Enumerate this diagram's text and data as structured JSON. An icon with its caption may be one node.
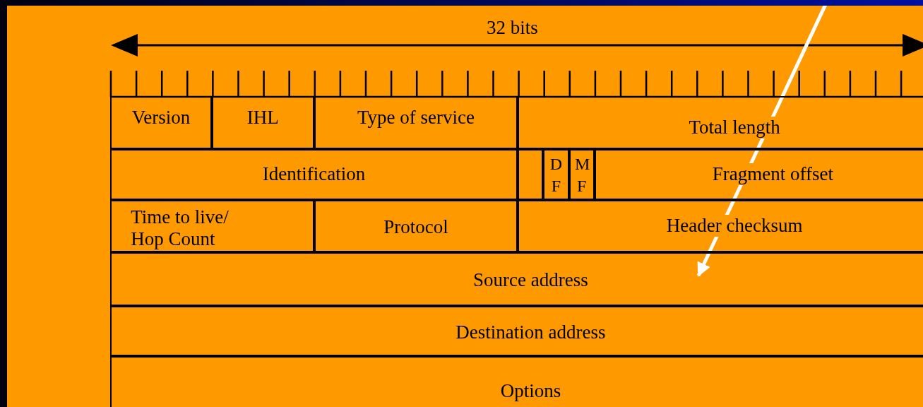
{
  "diagram": {
    "nodes": [
      {
        "text": [
          "Version"
        ]
      },
      {
        "text": [
          "IHL"
        ]
      },
      {
        "text": [
          "Type of service"
        ]
      },
      {
        "text": [
          "Total length"
        ]
      },
      {
        "text": [
          "Identification"
        ]
      },
      {
        "text": [],
        "shape": "box"
      },
      {
        "text": [
          "D F"
        ]
      },
      {
        "text": [
          "M F"
        ]
      },
      {
        "text": [
          "Fragment offset"
        ]
      },
      {
        "text": [
          "Time to live/ Hop Count"
        ]
      },
      {
        "text": [
          "Protocol"
        ]
      },
      {
        "text": [
          "Header checksum"
        ]
      },
      {
        "text": [
          "Source address"
        ]
      },
      {
        "text": [
          "Destination address"
        ]
      },
      {
        "text": [
          "Options"
        ]
      }
    ],
    "edges": [
      {
        "from": null,
        "to": 12,
        "arrow": "to",
        "color": "#ffffff"
      }
    ],
    "labels": [
      "32 bits"
    ]
  }
}
